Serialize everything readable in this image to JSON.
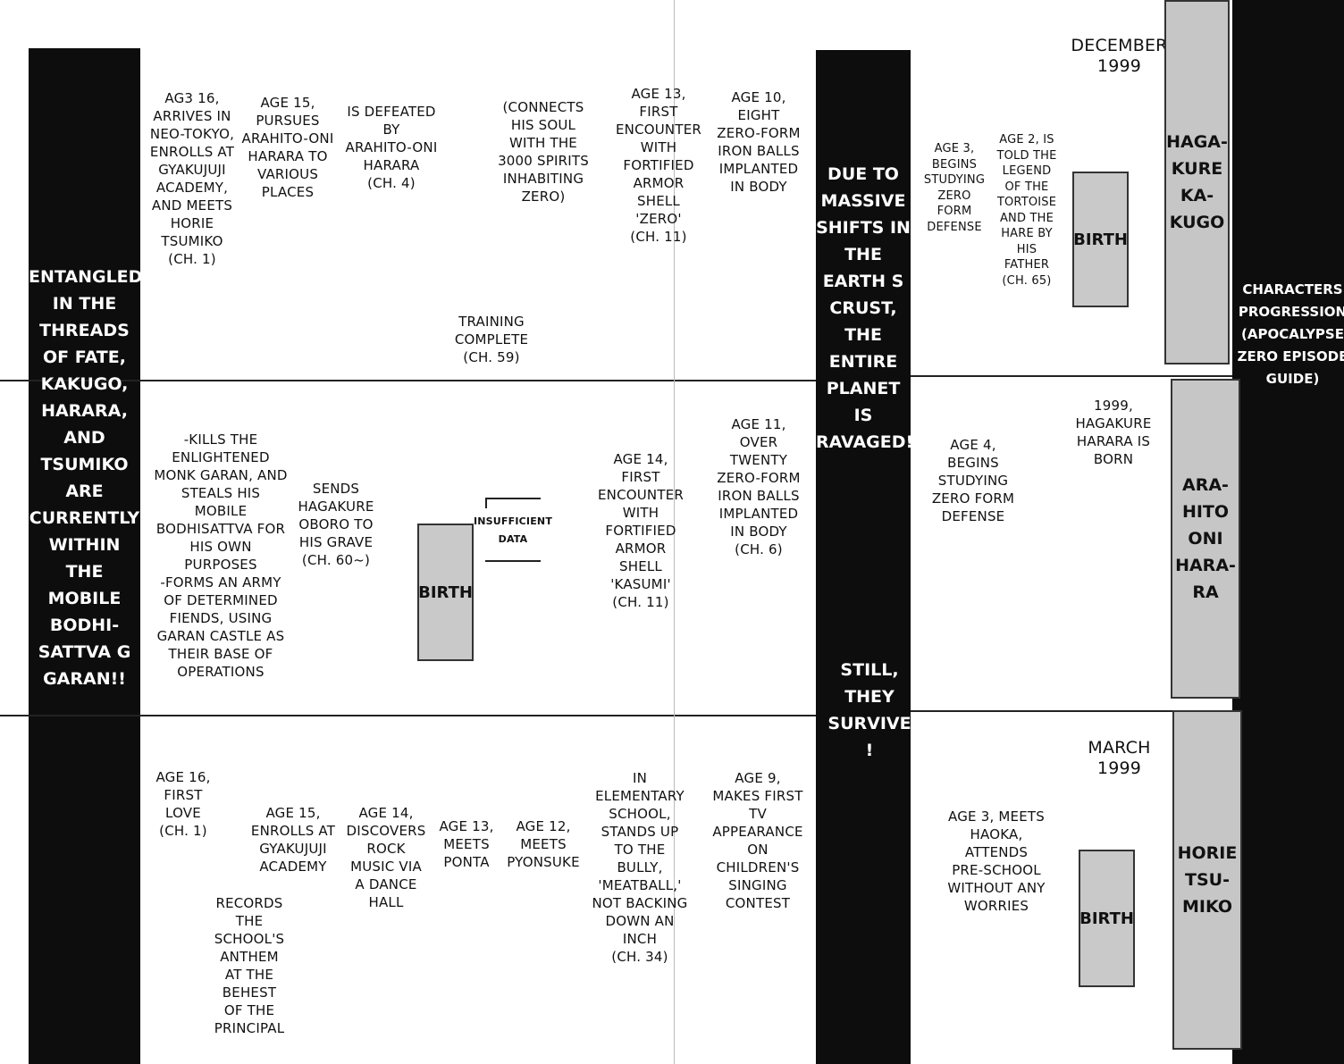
{
  "left_banner": "ENTANGLED\nIN THE\nTHREADS\nOF FATE,\nKAKUGO,\nHARARA,\nAND\nTSUMIKO\nARE\nCURRENTLY\nWITHIN THE\nMOBILE\nBODHI-\nSATTVA G\nGARAN!!",
  "middle_banner_top": "DUE TO\nMASSIVE\nSHIFTS IN\nTHE\nEARTH S\nCRUST,\nTHE\nENTIRE\nPLANET\nIS\nRAVAGED!",
  "middle_banner_bottom": "STILL,\nTHEY\nSURVIVE\n!",
  "right_banner": "CHARACTERS\nPROGRESSION\n(APOCALYPSE\nZERO EPISODE\nGUIDE)",
  "dates": {
    "december": "DECEMBER\n1999",
    "march": "MARCH\n1999"
  },
  "rows": {
    "kakugo": {
      "name": "HAGA-\nKURE\nKAKU-\nGO",
      "name_display": "HAGA-\nKURE\nKA-\nKUGO",
      "events": [
        "AG3 16,\nARRIVES IN\nNEO-TOKYO,\nENROLLS AT\nGYAKUJUJI\nACADEMY,\nAND MEETS\nHORIE\nTSUMIKO\n(CH. 1)",
        "AGE 15,\nPURSUES\nARAHITO-ONI\nHARARA TO\nVARIOUS\nPLACES",
        "IS DEFEATED\nBY\nARAHITO-ONI\nHARARA\n(CH. 4)",
        "(CONNECTS\nHIS SOUL\nWITH THE\n3000 SPIRITS\nINHABITING\nZERO)",
        "TRAINING\nCOMPLETE\n(CH. 59)",
        "AGE 13,\nFIRST\nENCOUNTER\nWITH\nFORTIFIED\nARMOR\nSHELL\n'ZERO'\n(CH. 11)",
        "AGE 10,\nEIGHT\nZERO-FORM\nIRON BALLS\nIMPLANTED\nIN BODY",
        "AGE 3,\nBEGINS\nSTUDYING\nZERO\nFORM\nDEFENSE",
        "AGE 2, IS\nTOLD THE\nLEGEND\nOF THE\nTORTOISE\nAND THE\nHARE BY\nHIS\nFATHER\n(CH. 65)"
      ],
      "birth": "BIRTH"
    },
    "harara": {
      "name": "ARA-\nHITO\nONI\nHARA-\nRA",
      "events": [
        "-KILLS THE\nENLIGHTENED\nMONK GARAN, AND\nSTEALS HIS\nMOBILE\nBODHISATTVA FOR\nHIS OWN\nPURPOSES\n-FORMS AN ARMY\nOF DETERMINED\nFIENDS, USING\nGARAN CASTLE AS\nTHEIR BASE OF\nOPERATIONS",
        "SENDS\nHAGAKURE\nOBORO TO\nHIS GRAVE\n(CH. 60~)",
        "AGE 14,\nFIRST\nENCOUNTER\nWITH\nFORTIFIED\nARMOR\nSHELL\n'KASUMI'\n(CH. 11)",
        "AGE 11,\nOVER\nTWENTY\nZERO-FORM\nIRON BALLS\nIMPLANTED\nIN BODY\n(CH. 6)",
        "AGE 4,\nBEGINS\nSTUDYING\nZERO FORM\nDEFENSE",
        "1999,\nHAGAKURE\nHARARA IS\nBORN"
      ],
      "insufficient": "INSUFFICIENT\nDATA",
      "birth": "BIRTH"
    },
    "tsumiko": {
      "name": "HORIE\nTSU-\nMIKO",
      "events": [
        "AGE 16,\nFIRST\nLOVE\n(CH. 1)",
        "AGE 15,\nENROLLS AT\nGYAKUJUJI\nACADEMY",
        "RECORDS\nTHE\nSCHOOL'S\nANTHEM\nAT THE\nBEHEST\nOF THE\nPRINCIPAL",
        "AGE 14,\nDISCOVERS\nROCK\nMUSIC VIA\nA DANCE\nHALL",
        "AGE 13,\nMEETS\nPONTA",
        "AGE 12,\nMEETS\nPYONSUKE",
        "IN\nELEMENTARY\nSCHOOL,\nSTANDS UP\nTO THE\nBULLY,\n'MEATBALL,'\nNOT BACKING\nDOWN AN\nINCH\n(CH. 34)",
        "AGE 9,\nMAKES FIRST\nTV\nAPPEARANCE\nON\nCHILDREN'S\nSINGING\nCONTEST",
        "AGE 3, MEETS\nHAOKA,\nATTENDS\nPRE-SCHOOL\nWITHOUT ANY\nWORRIES"
      ],
      "birth": "BIRTH"
    }
  }
}
